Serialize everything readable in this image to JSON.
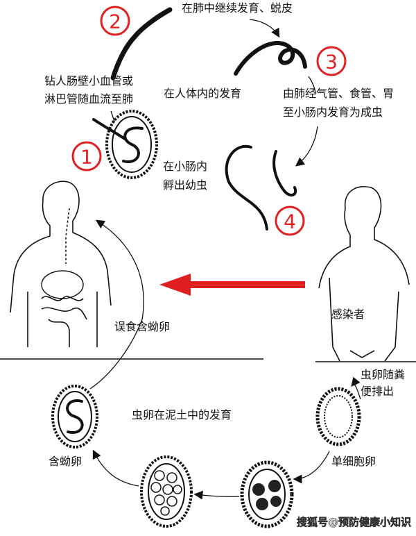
{
  "title_center": "在人体内的发育",
  "labels": {
    "lung_molt": "在肺中继续发育、蜕皮",
    "penetrate_line1": "钻人肠壁小血管或",
    "penetrate_line2": "淋巴管随血流至肺",
    "lung_to_intestine_line1": "由肺经气管、食管、胃",
    "lung_to_intestine_line2": "至小肠内发育为成虫",
    "hatch_line1": "在小肠内",
    "hatch_line2": "孵出幼虫",
    "ingest": "误食含蚴卵",
    "infected": "感染者",
    "excrete_line1": "虫卵随粪",
    "excrete_line2": "便排出",
    "soil_development": "虫卵在泥土中的发育",
    "embryonated_egg": "含蚴卵",
    "single_cell_egg": "单细胞卵"
  },
  "stage_numbers": [
    "1",
    "2",
    "3",
    "4"
  ],
  "watermark": "搜狐号@预防健康小知识",
  "colors": {
    "accent": "#e02020",
    "ink": "#111111"
  }
}
